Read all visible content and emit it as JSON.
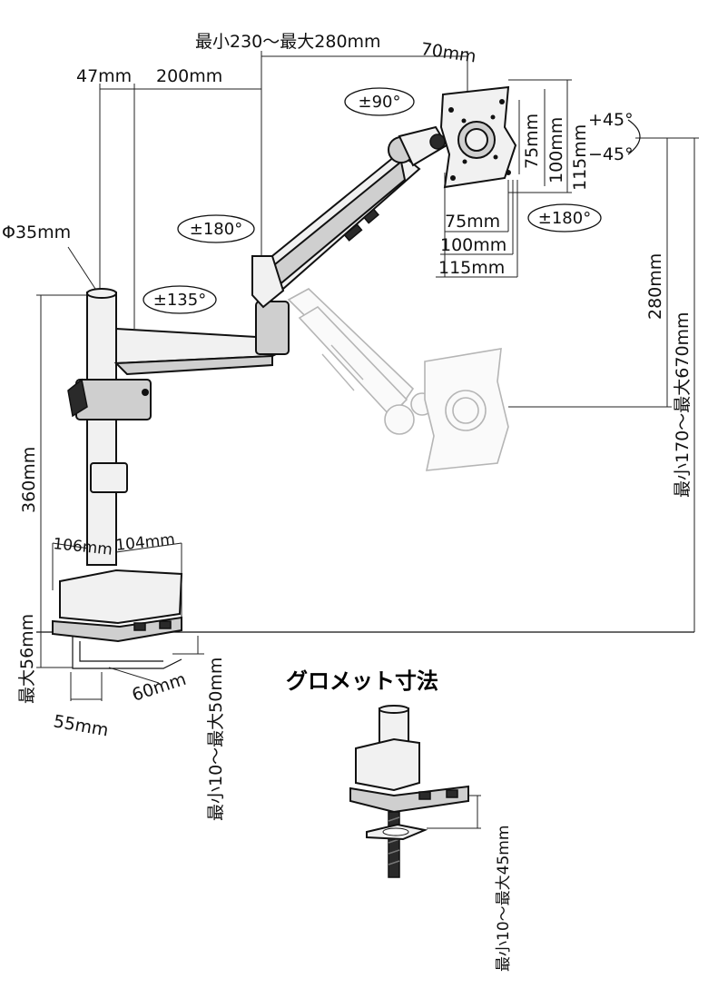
{
  "dimensions": {
    "reach_range": "最小230～最大280mm",
    "plate_offset": "70mm",
    "pole_offset": "47mm",
    "arm1_length": "200mm",
    "pole_diameter": "Φ35mm",
    "pole_height": "360mm",
    "clamp_depth": "106mm",
    "clamp_width": "104mm",
    "clamp_max_height": "最大56mm",
    "clamp_jaw": "60mm",
    "clamp_base": "55mm",
    "desk_thickness": "最小10～最大50mm",
    "vesa_v75": "75mm",
    "vesa_v100": "100mm",
    "vesa_v115": "115mm",
    "vesa_h75": "75mm",
    "vesa_h100": "100mm",
    "vesa_h115": "115mm",
    "height_travel": "280mm",
    "height_range": "最小170～最大670mm",
    "grommet_thickness": "最小10～最大45mm"
  },
  "rotations": {
    "pole_swivel": "±135°",
    "arm_swivel": "±180°",
    "plate_rotate": "±90°",
    "plate_pan": "±180°",
    "tilt_up": "+45°",
    "tilt_down": "−45°"
  },
  "grommet_title": "グロメット寸法"
}
